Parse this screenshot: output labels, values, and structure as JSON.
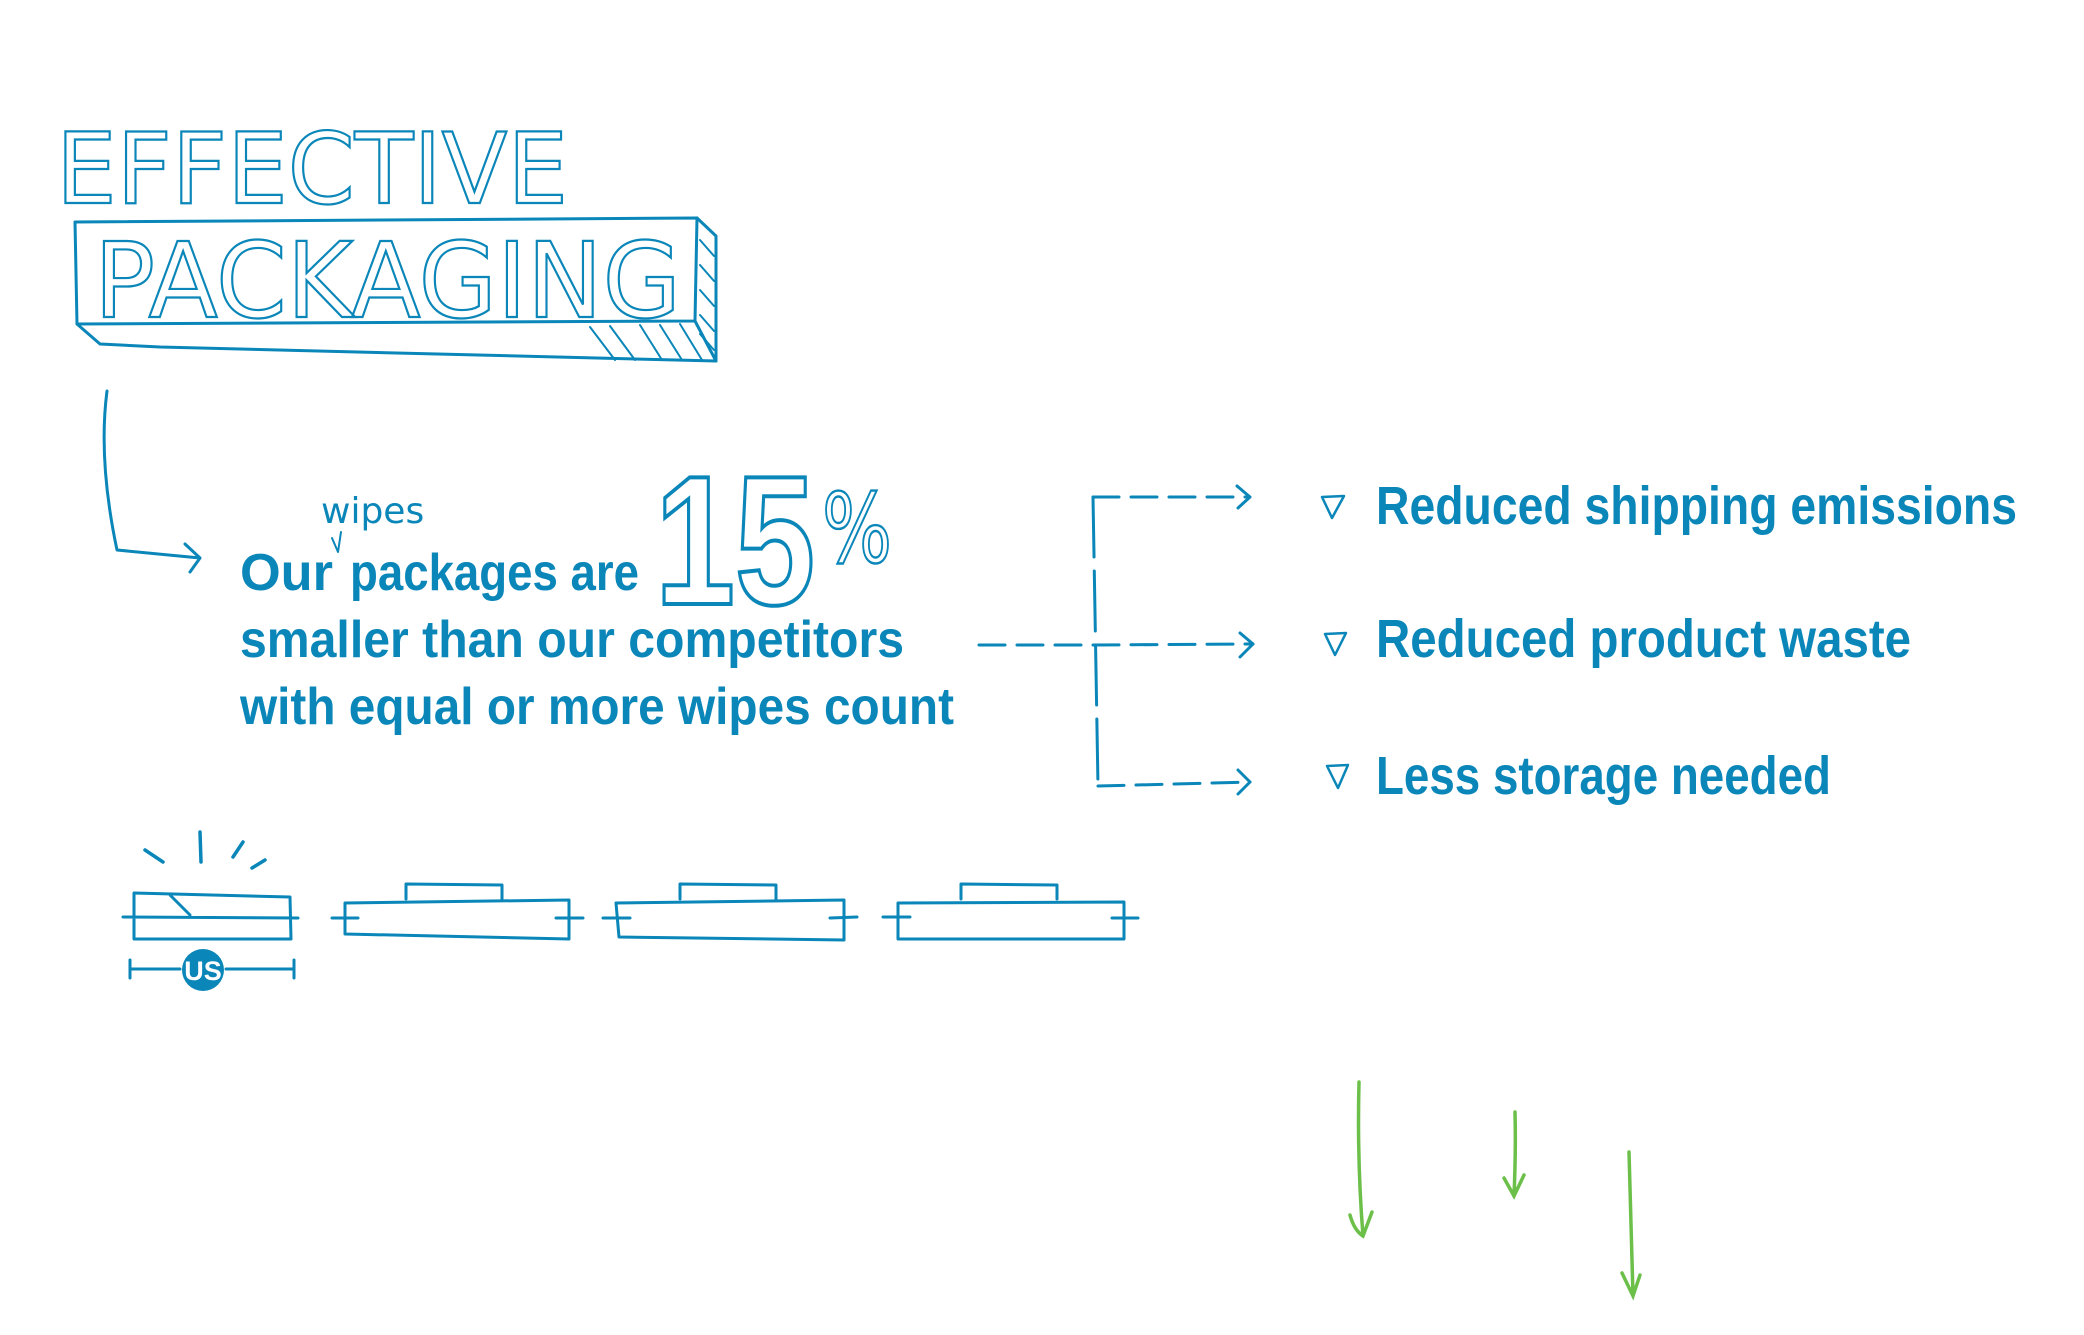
{
  "title": {
    "line1": "EFFECTIVE",
    "line2": "PACKAGING"
  },
  "statement": {
    "insert_word": "wipes",
    "line1_a": "Our",
    "line1_b": "packages are",
    "line2": "smaller than our competitors",
    "line3": "with equal or more wipes count",
    "percent_number": "15",
    "percent_sign": "%"
  },
  "benefits": [
    {
      "label": "Reduced shipping emissions",
      "icon": "triangle-down-icon"
    },
    {
      "label": "Reduced product waste",
      "icon": "triangle-down-icon"
    },
    {
      "label": "Less storage needed",
      "icon": "triangle-down-icon"
    }
  ],
  "comparison": {
    "us_label": "US",
    "competitor_count": 3
  },
  "colors": {
    "primary": "#0a86b9",
    "accent": "#6cc04a"
  }
}
